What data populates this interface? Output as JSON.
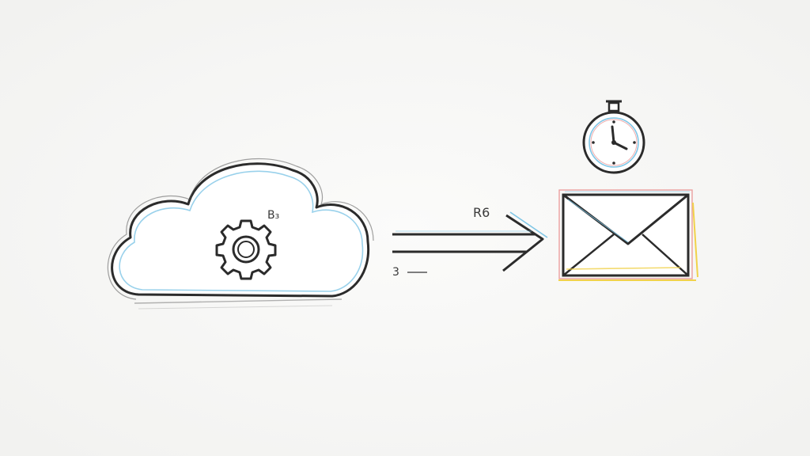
{
  "diagram": {
    "nodes": [
      {
        "id": "cloud",
        "icon": "cloud-icon",
        "inner_icon": "gear-icon"
      },
      {
        "id": "stopwatch",
        "icon": "stopwatch-icon"
      },
      {
        "id": "mail",
        "icon": "envelope-icon"
      }
    ],
    "edges": [
      {
        "from": "cloud",
        "to": "mail",
        "style": "double-arrow"
      }
    ],
    "labels": {
      "cloud_note": "B₃",
      "arrow_note": "R6",
      "arrow_tail_note": "3"
    },
    "colors": {
      "ink": "#2b2b2b",
      "accent_blue": "#7fc6e6",
      "accent_red": "#e88a8a",
      "accent_yellow": "#f1d24a"
    }
  }
}
